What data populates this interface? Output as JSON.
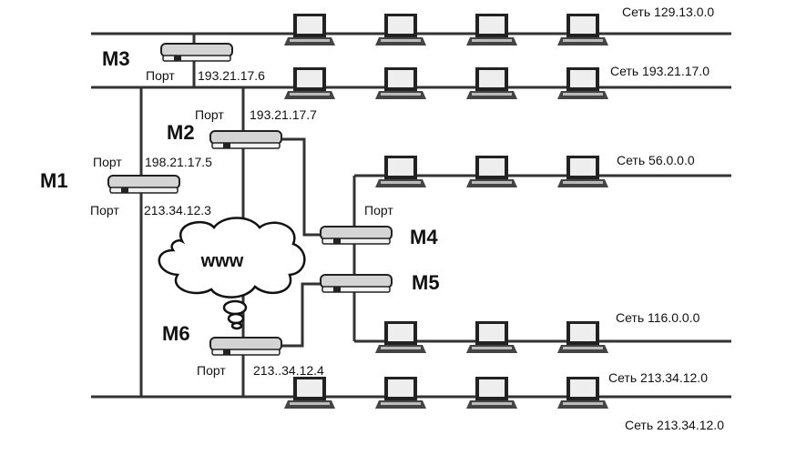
{
  "routers": [
    {
      "id": "M1",
      "label": "M1"
    },
    {
      "id": "M2",
      "label": "M2"
    },
    {
      "id": "M3",
      "label": "M3"
    },
    {
      "id": "M4",
      "label": "M4"
    },
    {
      "id": "M5",
      "label": "M5"
    },
    {
      "id": "M6",
      "label": "M6"
    }
  ],
  "ports": {
    "m3_port_word": "Порт",
    "m3_port_ip": "193.21.17.6",
    "m2_top_port_word": "Порт",
    "m2_top_port_ip": "193.21.17.7",
    "m1_top_port_word": "Порт",
    "m1_top_port_ip": "198.21.17.5",
    "m1_bottom_port_word": "Порт",
    "m1_bottom_port_ip": "213.34.12.3",
    "m4_port_word": "Порт",
    "m6_port_word": "Порт",
    "m6_port_ip": "213..34.12.4"
  },
  "networks": [
    {
      "label": "Сеть 129.13.0.0"
    },
    {
      "label": "Сеть 193.21.17.0"
    },
    {
      "label": "Сеть 56.0.0.0"
    },
    {
      "label": "Сеть 116.0.0.0"
    },
    {
      "label": "Сеть 213.34.12.0"
    },
    {
      "label": "Сеть 213.34.12.0"
    }
  ],
  "cloud": {
    "label": "www"
  }
}
